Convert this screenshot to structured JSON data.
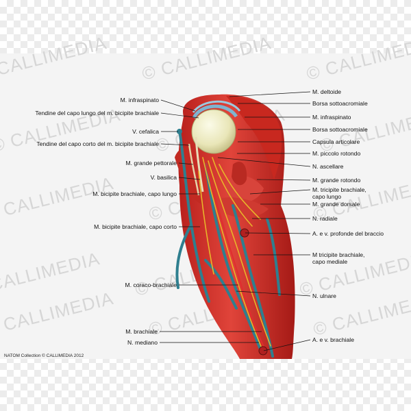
{
  "watermark": "© CALLIMEDIA",
  "credit": "NATOM Collection © CALLIMEDIA 2012",
  "labels_left": [
    {
      "id": "infraspinato-l",
      "text": "M. infraspinato"
    },
    {
      "id": "tendine-lungo",
      "text": "Tendine del capo lungo del m. bicipite brachiale"
    },
    {
      "id": "cefalica",
      "text": "V. cefalica"
    },
    {
      "id": "tendine-corto",
      "text": "Tendine del capo corto del m. bicipite brachiale"
    },
    {
      "id": "grande-pettorale",
      "text": "M. grande pettorale"
    },
    {
      "id": "basilica",
      "text": "V. basilica"
    },
    {
      "id": "bicipite-lungo",
      "text": "M. bicipite brachiale, capo lungo"
    },
    {
      "id": "bicipite-corto",
      "text": "M. bicipite brachiale, capo corto"
    },
    {
      "id": "coraco",
      "text": "M. coraco-brachiale"
    },
    {
      "id": "brachiale",
      "text": "M. brachiale"
    },
    {
      "id": "mediano",
      "text": "N. mediano"
    }
  ],
  "labels_right": [
    {
      "id": "deltoide",
      "text": "M. deltoide"
    },
    {
      "id": "borsa1",
      "text": "Borsa sottoacromiale"
    },
    {
      "id": "infraspinato-r",
      "text": "M. infraspinato"
    },
    {
      "id": "borsa2",
      "text": "Borsa sottoacromiale"
    },
    {
      "id": "capsula",
      "text": "Capsula articolare"
    },
    {
      "id": "piccolo",
      "text": "M. piccolo rotondo"
    },
    {
      "id": "ascellare",
      "text": "N. ascellare"
    },
    {
      "id": "grande-rotondo",
      "text": "M. grande rotondo"
    },
    {
      "id": "tricipite-lungo",
      "text": "M. tricipite brachiale,\ncapo lungo"
    },
    {
      "id": "grande-dorsale",
      "text": "M. grande dorsale"
    },
    {
      "id": "radiale",
      "text": "N. radiale"
    },
    {
      "id": "profonde",
      "text": "A. e v. profonde del braccio"
    },
    {
      "id": "tricipite-mediale",
      "text": "M tricipite brachiale,\ncapo mediale"
    },
    {
      "id": "ulnare",
      "text": "N. ulnare"
    },
    {
      "id": "brachiale-av",
      "text": "A. e v. brachiale"
    }
  ]
}
